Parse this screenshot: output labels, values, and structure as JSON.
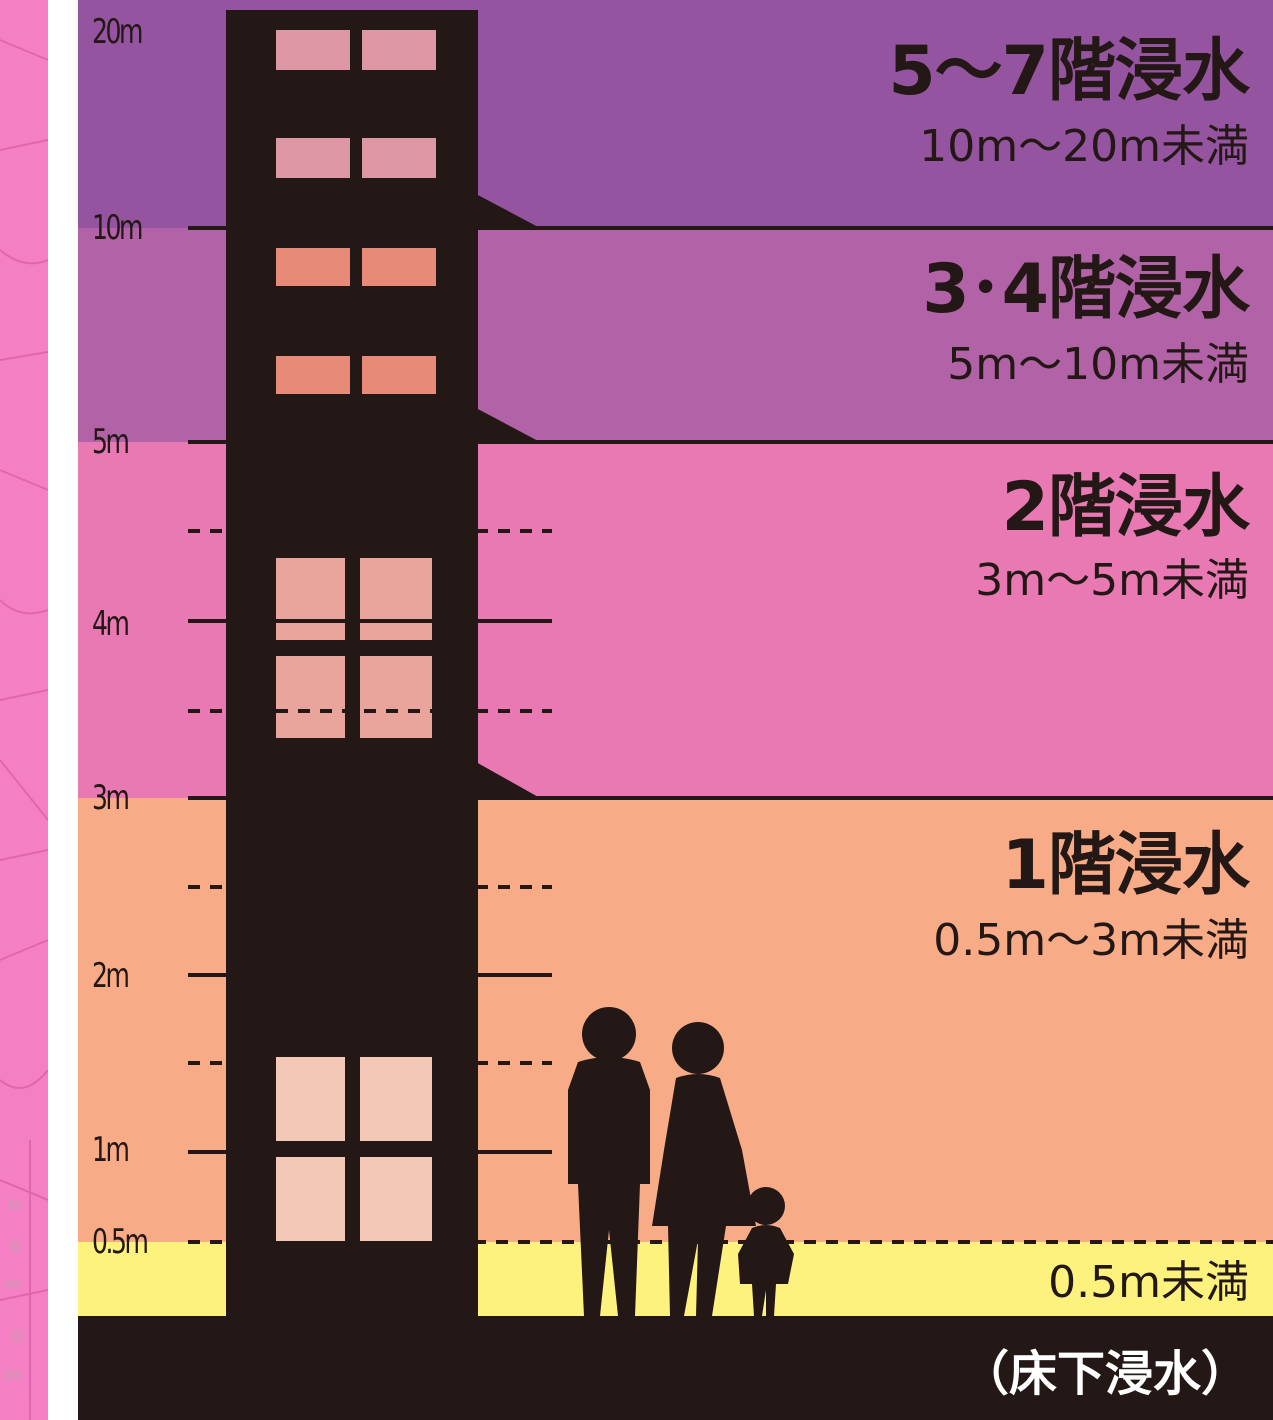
{
  "colors": {
    "map_background": "#f57fc3",
    "band_5_7": "#95549f",
    "band_3_4": "#b263a8",
    "band_2": "#e879b3",
    "band_1": "#f8ab87",
    "band_under": "#fdf27e",
    "building": "#231815",
    "window_top": "#dd97a5",
    "window_mid": "#e78b78",
    "window_2f": "#e9a59b",
    "window_1f": "#f3c8b6"
  },
  "axis": {
    "ticks": [
      "20m",
      "10m",
      "5m",
      "4m",
      "3m",
      "2m",
      "1m",
      "0.5m"
    ]
  },
  "levels": [
    {
      "id": "floors_5_7",
      "title": "5～7階浸水",
      "range": "10m～20m未満"
    },
    {
      "id": "floors_3_4",
      "title": "3･4階浸水",
      "range": "5m～10m未満"
    },
    {
      "id": "floor_2",
      "title": "2階浸水",
      "range": "3m～5m未満"
    },
    {
      "id": "floor_1",
      "title": "1階浸水",
      "range": "0.5m～3m未満"
    },
    {
      "id": "under_floor",
      "range": "0.5m未満",
      "title": "（床下浸水）"
    }
  ],
  "icons": [
    "building-icon",
    "man-silhouette-icon",
    "woman-silhouette-icon",
    "child-silhouette-icon"
  ]
}
